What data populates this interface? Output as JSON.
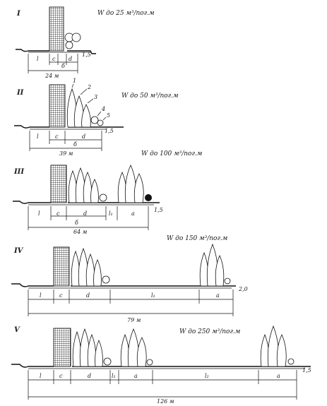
{
  "sections": [
    {
      "roman": "I",
      "title": "W до 25 м³/пог.м",
      "labels": [
        "l",
        "c",
        "d",
        "б",
        "1,5"
      ],
      "total": "24 м",
      "numbered": []
    },
    {
      "roman": "II",
      "title": "W до 50 м³/пог.м",
      "labels": [
        "l",
        "c",
        "d",
        "б",
        "1,5"
      ],
      "total": "39 м",
      "numbered": [
        "1",
        "2",
        "3",
        "4",
        "5"
      ]
    },
    {
      "roman": "III",
      "title": "W до 100 м³/пог.м",
      "labels": [
        "l",
        "c",
        "d",
        "l₁",
        "a",
        "б",
        "1,5"
      ],
      "total": "64 м",
      "numbered": []
    },
    {
      "roman": "IV",
      "title": "W до 150 м³/пог.м",
      "labels": [
        "l",
        "c",
        "d",
        "l₁",
        "a",
        "2,0"
      ],
      "total": "79 м",
      "numbered": []
    },
    {
      "roman": "V",
      "title": "W до 250 м³/пог.м",
      "labels": [
        "l",
        "c",
        "d",
        "l₁",
        "a",
        "l₂",
        "a",
        "1,5"
      ],
      "total": "126 м",
      "numbered": []
    }
  ]
}
